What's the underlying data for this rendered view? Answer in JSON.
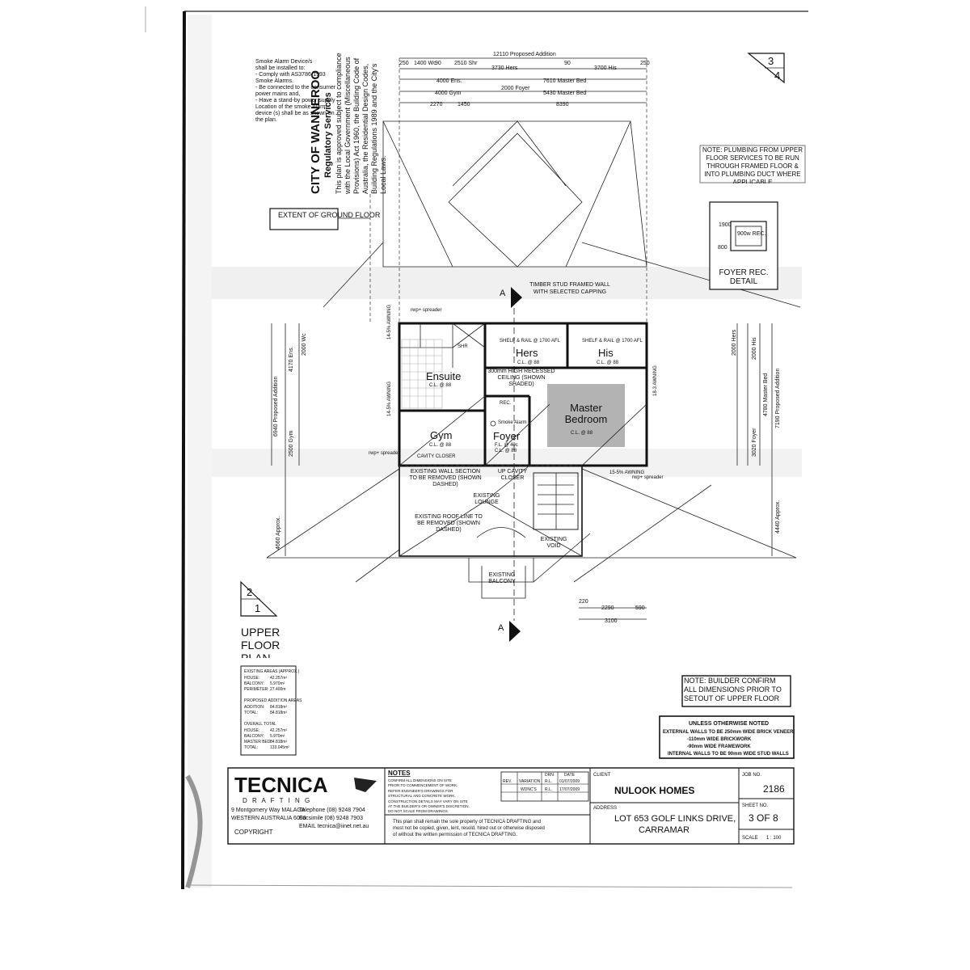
{
  "sheet": {
    "approval_notes": [
      "Smoke Alarm Device/s",
      "shall be installed to:",
      "- Comply with AS3786-1993",
      "Smoke Alarms.",
      "- Be connected to the consumer",
      "power mains and,",
      "- Have a stand-by power supply",
      "Location of the smoke Alarm",
      "device (s) shall be as shown on",
      "the plan."
    ],
    "stamp": {
      "title": "CITY OF WANNEROO",
      "subtitle": "Regulatory Services",
      "lines": [
        "This plan is approved subject to compliance",
        "with the Local Government (Miscellaneous",
        "Provisions) Act 1960, the Building Code of",
        "Australia, the Residential Design Codes,",
        "Building Regulations 1989 and the City's",
        "Local Laws."
      ]
    },
    "top_dims": {
      "overall": "12110 Proposed Addition",
      "row1": [
        "250",
        "1400 Wc",
        "90",
        "2510 Shr",
        "3730 Hers",
        "90",
        "3700 His",
        "250"
      ],
      "row2": [
        "4000 Ens.",
        "7610 Master Bed"
      ],
      "row3": [
        "4000 Gym",
        "2000 Foyer",
        "5430 Master Bed"
      ],
      "row4": [
        "2270",
        "1450",
        "8390"
      ]
    },
    "sheet_ref_top": {
      "num": "3",
      "den": "4"
    },
    "sheet_ref_bottom": {
      "num": "2",
      "den": "1"
    },
    "labels": {
      "extent": "EXTENT OF GROUND FLOOR",
      "timber": "TIMBER STUD FRAMED WALL WITH SELECTED CAPPING",
      "section_a": "A",
      "rwp_top": "rwp+ spreader",
      "rwp_left": "rwp+ spreader",
      "rwp_right": "rwp+ spreader",
      "awning_left": "14-5% AWNING",
      "awning_left2": "14-5% AWNING",
      "awning_right": "18-3 AWNING",
      "awning_bottom": "15-5% AWNING",
      "shelf_hers": "SHELF & RAIL @ 1700 AFL",
      "shelf_his": "SHELF & RAIL @ 1700 AFL",
      "recessed": "300mm HIGH RECESSED CEILING (SHOWN SHADED)",
      "cavity_left": "CAVITY CLOSER",
      "cavity_mid": "UP CAVITY CLOSER",
      "wall_removed": "EXISTING WALL SECTION TO BE REMOVED (SHOWN DASHED)",
      "lounge": "EXISTING LOUNGE",
      "roof_removed": "EXISTING ROOF LINE TO BE REMOVED (SHOWN DASHED)",
      "void": "EXISTING VOID",
      "balcony": "EXISTING BALCONY",
      "smoke": "Smoke Alarm",
      "rec": "REC.",
      "shr": "SHR"
    },
    "rooms": {
      "ensuite": {
        "name": "Ensuite",
        "cl": "C.L. @ 88"
      },
      "hers": {
        "name": "Hers",
        "cl": "C.L. @ 88"
      },
      "his": {
        "name": "His",
        "cl": "C.L. @ 88"
      },
      "master": {
        "name": "Master Bedroom",
        "cl": "C.L. @ 88"
      },
      "gym": {
        "name": "Gym",
        "cl": "C.L. @ 88"
      },
      "foyer": {
        "name": "Foyer",
        "fl": "F.L. @ 40c",
        "cl": "C.L. @ 88"
      }
    },
    "plumbing_note": "NOTE: PLUMBING FROM UPPER FLOOR SERVICES TO BE RUN THROUGH FRAMED FLOOR & INTO PLUMBING DUCT WHERE APPLICABLE",
    "foyer_detail": {
      "title": "FOYER REC. DETAIL",
      "w": "1900",
      "h": "800",
      "inner": "900w REC."
    },
    "left_dims": {
      "overall": "6940 Proposed Addition",
      "a": "2000 Wc",
      "b": "4170 Ens.",
      "c": "2500 Gym",
      "d": "4660 Approx."
    },
    "right_dims": {
      "a": "2000 Hers",
      "b": "2000 His",
      "c": "4780 Master Bed",
      "d": "3020 Foyer",
      "e": "7190 Proposed Addition",
      "f": "4440 Approx."
    },
    "bottom_dims": {
      "a": "220",
      "b": "2290",
      "c": "590",
      "d": "3100"
    },
    "plan_title": "UPPER FLOOR PLAN",
    "areas": {
      "existing_head": "EXISTING AREAS (APPROX.)",
      "existing": [
        [
          "HOUSE:",
          "42.257m²"
        ],
        [
          "BALCONY:",
          "5.970m²"
        ],
        [
          "PERIMETER:",
          "27.400m"
        ]
      ],
      "proposed_head": "PROPOSED ADDITION AREAS",
      "proposed": [
        [
          "ADDITION:",
          "84.818m²"
        ],
        [
          "TOTAL:",
          "84.818m²"
        ]
      ],
      "overall_head": "OVERALL TOTAL",
      "overall": [
        [
          "HOUSE:",
          "42.257m²"
        ],
        [
          "BALCONY:",
          "5.970m²"
        ],
        [
          "MASTER BED:",
          "84.818m²"
        ],
        [
          "TOTAL:",
          "133.045m²"
        ]
      ]
    },
    "builder_note": "NOTE: BUILDER CONFIRM ALL DIMENSIONS PRIOR TO SETOUT OF UPPER FLOOR",
    "walls_note": {
      "head": "UNLESS OTHERWISE NOTED",
      "lines": [
        "EXTERNAL WALLS TO BE 250mm WIDE BRICK VENEER:",
        "-110mm WIDE BRICKWORK",
        "-90mm WIDE FRAMEWORK",
        "INTERNAL WALLS TO BE 90mm WIDE STUD WALLS"
      ]
    },
    "title_block": {
      "company": "TECNICA",
      "company_sub": "D R A F T I N G",
      "address": [
        "9 Montgomery Way MALAGA",
        "WESTERN AUSTRALIA 6090"
      ],
      "contact": [
        "Telephone (08) 9248 7904",
        "Facsimile (08) 9248 7903",
        "EMAIL tecnica@iinet.net.au"
      ],
      "copyright": "COPYRIGHT",
      "notes_head": "NOTES",
      "notes": [
        "CONFIRM ALL DIMENSIONS ON SITE",
        "PRIOR TO COMMENCEMENT OF WORK.",
        "REFER ENGINEER'S DRAWINGS FOR",
        "STRUCTURAL AND CONCRETE WORK.",
        "CONSTRUCTION DETAILS MAY VARY ON SITE",
        "AT THE BUILDER'S OR OWNER'S DISCRETION.",
        "DO NOT SCALE FROM DRAWINGS."
      ],
      "disclaimer": [
        "This plan shall remain the sole property of TECNICA DRAFTING and",
        "must not be copied, given, lent, resold, hired out or otherwise disposed",
        "of without the written permission of TECNICA DRAFTING."
      ],
      "rev_headers": [
        "REV.",
        "VARIATION",
        "DRN",
        "DATE"
      ],
      "rev_rows": [
        [
          "",
          "",
          "R.L.",
          "01/07/2009"
        ],
        [
          "",
          "WDNC'S",
          "R.L.",
          "17/07/2009"
        ]
      ],
      "client_label": "CLIENT",
      "client": "NULOOK HOMES",
      "address_label": "ADDRESS",
      "site_address": [
        "LOT 653 GOLF LINKS DRIVE,",
        "CARRAMAR"
      ],
      "job_label": "JOB NO.",
      "job_no": "2186",
      "sheet_label": "SHEET NO.",
      "sheet_no": "3 OF 8",
      "scale_label": "SCALE",
      "scale": "1 : 100"
    }
  }
}
